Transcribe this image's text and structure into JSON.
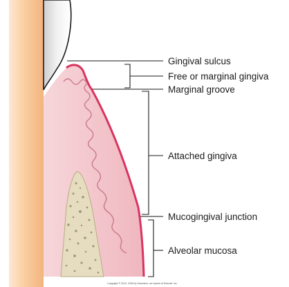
{
  "labels": {
    "gingival_sulcus": "Gingival sulcus",
    "free_marginal_gingiva": "Free or marginal gingiva",
    "marginal_groove": "Marginal groove",
    "attached_gingiva": "Attached gingiva",
    "mucogingival_junction": "Mucogingival junction",
    "alveolar_mucosa": "Alveolar mucosa"
  },
  "copyright": "Copyright © 2012, 2008 by Saunders, an imprint of Elsevier Inc.",
  "colors": {
    "tooth_root": "#f7c89a",
    "gingiva": "#f3c3c9",
    "gingiva_edge": "#d8345f",
    "bone": "#e6dcc0",
    "bone_dots": "#8a7f63",
    "enamel": "#e8e8e8",
    "leader": "#1a1a1a"
  }
}
